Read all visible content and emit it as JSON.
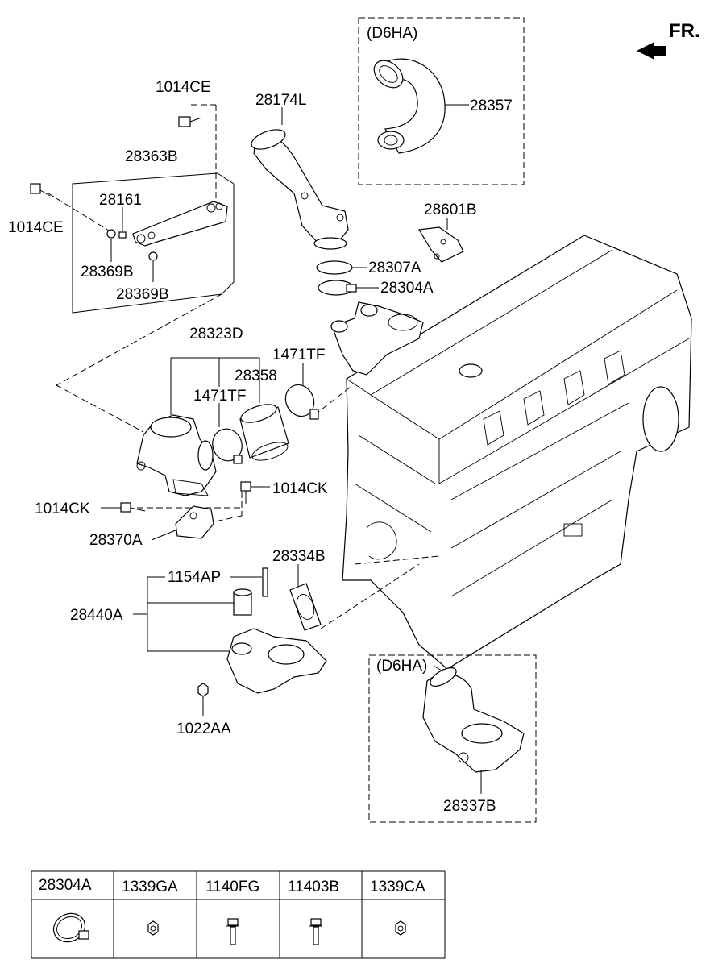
{
  "direction": {
    "label": "FR.",
    "icon": "front-direction-arrow-icon"
  },
  "variant_boxes": {
    "top": "(D6HA)",
    "bottom": "(D6HA)"
  },
  "callouts": {
    "c1014CE_top": "1014CE",
    "c28174L": "28174L",
    "c28357": "28357",
    "c28363B": "28363B",
    "c28161": "28161",
    "c1014CE_left": "1014CE",
    "c28369B_a": "28369B",
    "c28369B_b": "28369B",
    "c28601B": "28601B",
    "c28307A": "28307A",
    "c28304A": "28304A",
    "c28323D": "28323D",
    "c1471TF_a": "1471TF",
    "c28358": "28358",
    "c1471TF_b": "1471TF",
    "c1014CK_right": "1014CK",
    "c1014CK_left": "1014CK",
    "c28370A": "28370A",
    "c28334B": "28334B",
    "c1154AP": "1154AP",
    "c28440A": "28440A",
    "c1022AA": "1022AA",
    "c28337B": "28337B"
  },
  "parts_table": {
    "columns": [
      "28304A",
      "1339GA",
      "1140FG",
      "11403B",
      "1339CA"
    ],
    "icons": [
      "hose-clamp-icon",
      "nut-icon",
      "flange-bolt-icon",
      "flange-bolt-icon",
      "nut-icon"
    ]
  }
}
